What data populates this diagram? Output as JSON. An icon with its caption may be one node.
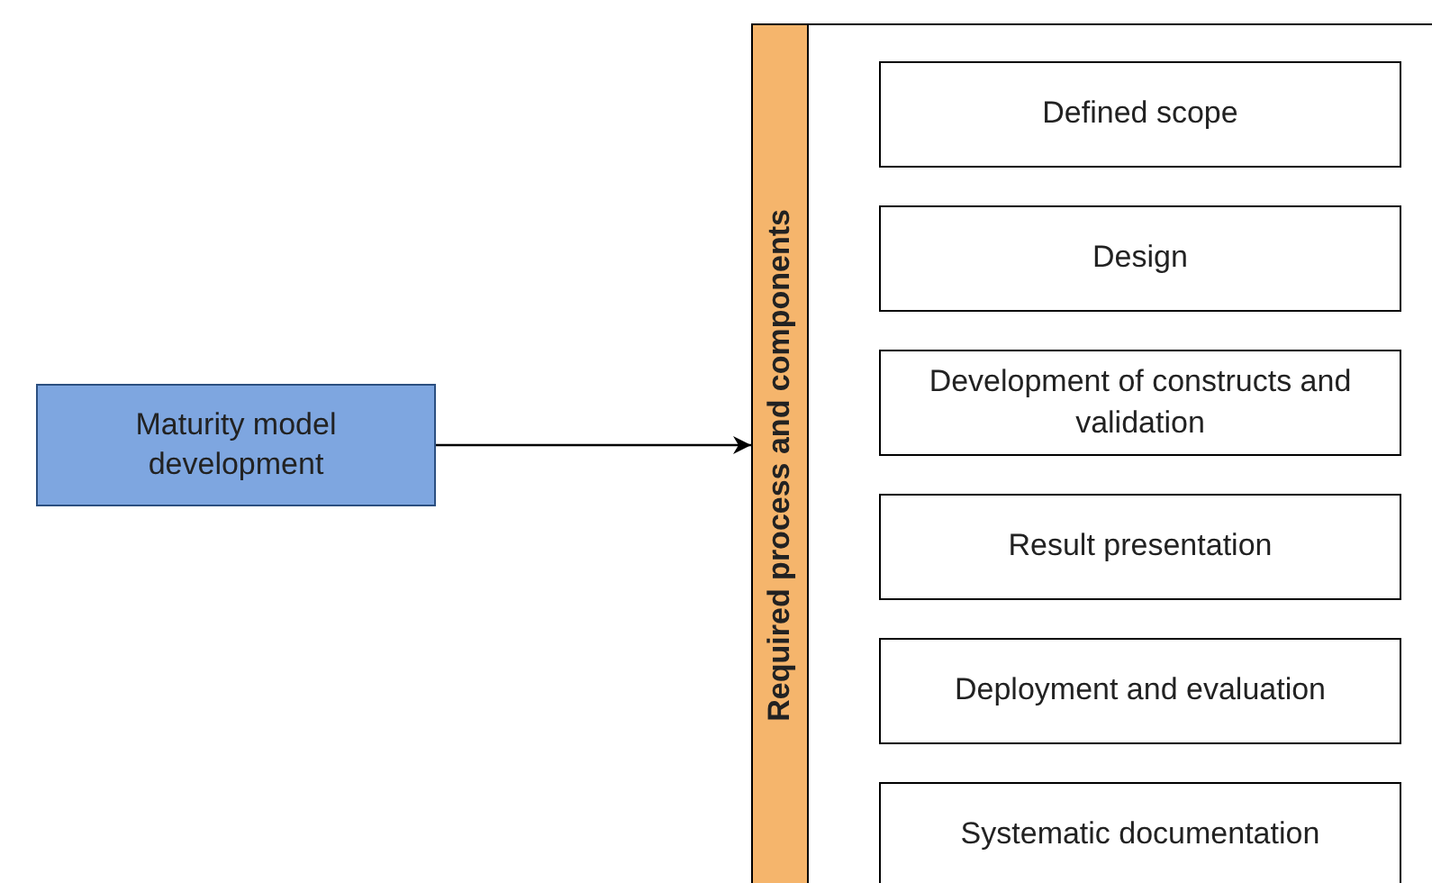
{
  "diagram": {
    "nodes": [
      {
        "text": [
          "Maturity model development"
        ]
      },
      {
        "text": [
          "Required process and components"
        ]
      },
      {
        "text": [
          "Defined scope"
        ],
        "in": 1
      },
      {
        "text": [
          "Design"
        ],
        "in": 1
      },
      {
        "text": [
          "Development of constructs and validation"
        ],
        "in": 1
      },
      {
        "text": [
          "Result presentation"
        ],
        "in": 1
      },
      {
        "text": [
          "Deployment and evaluation"
        ],
        "in": 1
      },
      {
        "text": [
          "Systematic documentation"
        ],
        "in": 1
      }
    ],
    "edges": [
      {
        "from": 0,
        "to": 1,
        "arrow": "to"
      }
    ]
  }
}
